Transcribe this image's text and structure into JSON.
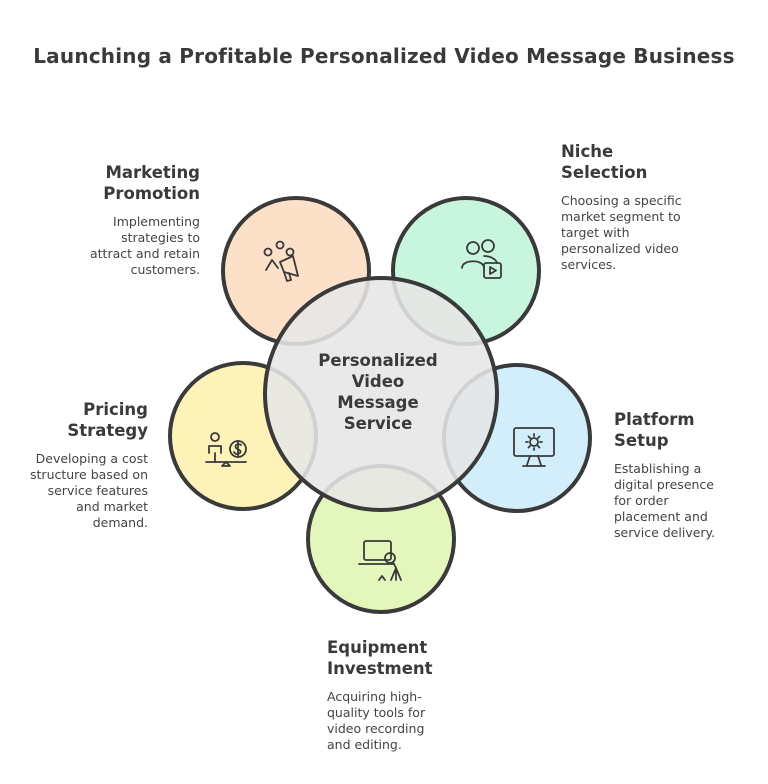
{
  "title": "Launching a Profitable Personalized Video Message Business",
  "center": {
    "lines": [
      "Personalized",
      "Video",
      "Message",
      "Service"
    ]
  },
  "nodes": {
    "marketing": {
      "heading": [
        "Marketing",
        "Promotion"
      ],
      "desc": [
        "Implementing",
        "strategies to",
        "attract and retain",
        "customers."
      ],
      "color": "#fde0c8",
      "icon": "megaphone-icon"
    },
    "niche": {
      "heading": [
        "Niche",
        "Selection"
      ],
      "desc": [
        "Choosing a specific",
        "market segment to",
        "target with",
        "personalized video",
        "services."
      ],
      "color": "#c8f5de",
      "icon": "users-video-icon"
    },
    "pricing": {
      "heading": [
        "Pricing",
        "Strategy"
      ],
      "desc": [
        "Developing a cost",
        "structure based on",
        "service features",
        "and market",
        "demand."
      ],
      "color": "#fdf3b8",
      "icon": "scale-dollar-icon"
    },
    "platform": {
      "heading": [
        "Platform",
        "Setup"
      ],
      "desc": [
        "Establishing a",
        "digital presence",
        "for order",
        "placement and",
        "service delivery."
      ],
      "color": "#d2eefb",
      "icon": "monitor-gear-icon"
    },
    "equipment": {
      "heading": [
        "Equipment",
        "Investment"
      ],
      "desc": [
        "Acquiring high-",
        "quality tools for",
        "video recording",
        "and editing."
      ],
      "color": "#e3f7bd",
      "icon": "laptop-microphone-icon"
    }
  },
  "colors": {
    "outline": "#3a3a3a",
    "center_fill": "#e6e6e6"
  }
}
